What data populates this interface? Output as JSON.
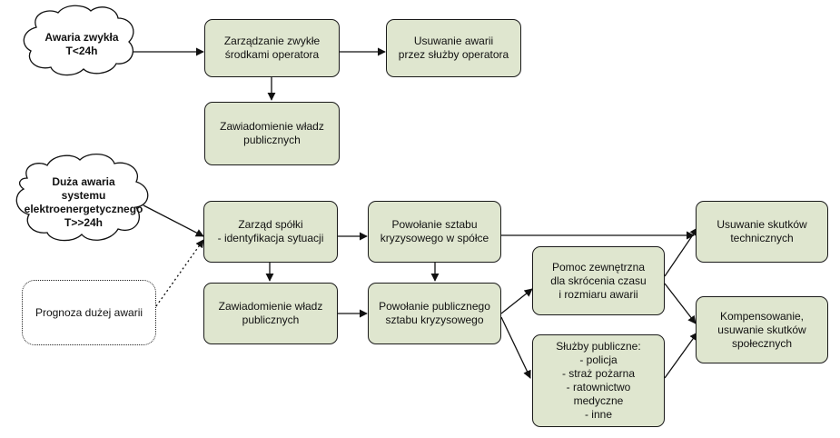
{
  "clouds": {
    "ordinary_failure": "Awaria zwykła\nT<24h",
    "major_failure": "Duża awaria\nsystemu\nelektroenergetycznego\nT>>24h"
  },
  "boxes": {
    "operator_management": "Zarządzanie zwykłe\nśrodkami operatora",
    "operator_repair": "Usuwanie awarii\nprzez służby operatora",
    "notify_authorities_1": "Zawiadomienie władz\npublicznych",
    "company_board": "Zarząd spółki\n- identyfikacja sytuacji",
    "company_crisis_staff": "Powołanie sztabu\nkryzysowego w spółce",
    "technical_effects": "Usuwanie skutków\ntechnicznych",
    "external_help": "Pomoc zewnętrzna\ndla skrócenia czasu\ni rozmiaru awarii",
    "notify_authorities_2": "Zawiadomienie władz\npublicznych",
    "public_crisis_staff": "Powołanie publicznego\nsztabu kryzysowego",
    "compensation": "Kompensowanie,\nusuwanie skutków\nspołecznych",
    "public_services": "Służby publiczne:\n- policja\n- straż pożarna\n- ratownictwo\nmedyczne\n- inne",
    "forecast": "Prognoza dużej awarii"
  },
  "colors": {
    "box_fill": "#dfe6cf",
    "outline": "#1a1a1a"
  }
}
